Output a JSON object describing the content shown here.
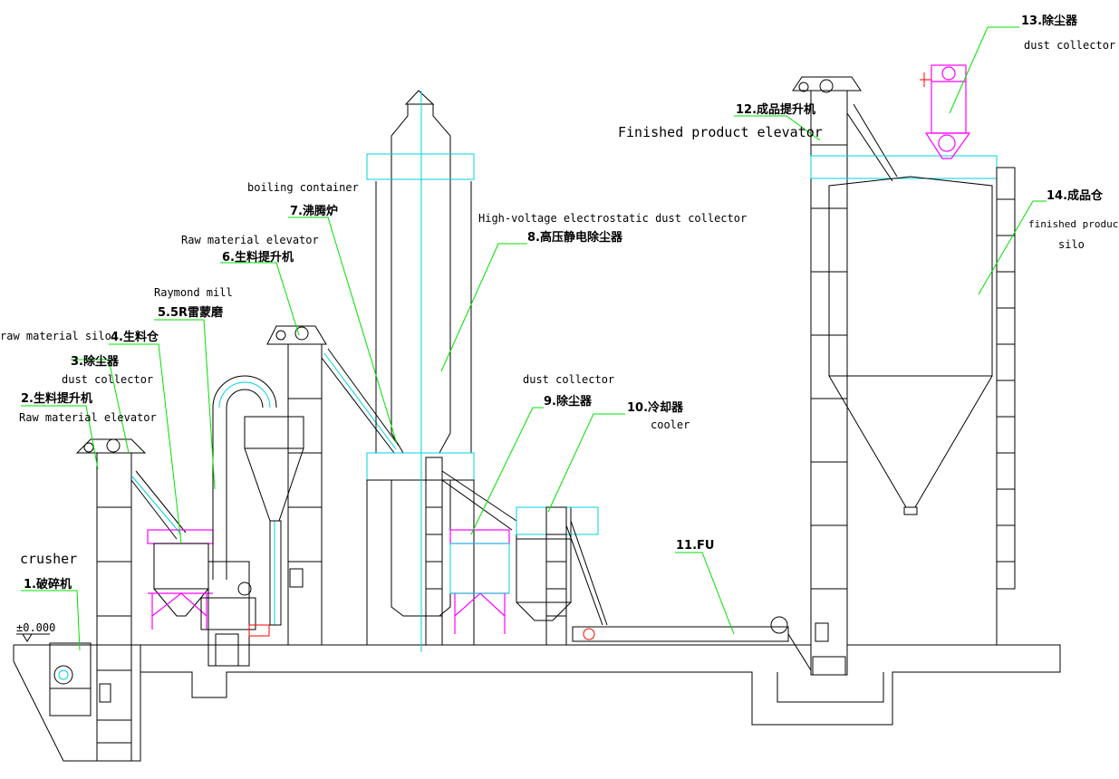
{
  "title": "Process flow diagram",
  "elevation_mark": "±0.000",
  "colors": {
    "leader": "#00e000",
    "steel": "#000000",
    "outline": "#00d0e0",
    "frame": "#ff00ff"
  },
  "labels": [
    {
      "id": "1",
      "cn": "1.破碎机",
      "en": "crusher"
    },
    {
      "id": "2",
      "cn": "2.生料提升机",
      "en": "Raw material elevator"
    },
    {
      "id": "3",
      "cn": "3.除尘器",
      "en": "dust collector"
    },
    {
      "id": "4",
      "cn": "4.生料仓",
      "en": "raw material silo"
    },
    {
      "id": "5",
      "cn": "5.5R雷蒙磨",
      "en": "Raymond mill"
    },
    {
      "id": "6",
      "cn": "6.生料提升机",
      "en": "Raw material elevator"
    },
    {
      "id": "7",
      "cn": "7.沸腾炉",
      "en": "boiling container"
    },
    {
      "id": "8",
      "cn": "8.高压静电除尘器",
      "en": "High-voltage electrostatic dust collector"
    },
    {
      "id": "9",
      "cn": "9.除尘器",
      "en": "dust collector"
    },
    {
      "id": "10",
      "cn": "10.冷却器",
      "en": "cooler"
    },
    {
      "id": "11",
      "cn": "11.FU",
      "en": ""
    },
    {
      "id": "12",
      "cn": "12.成品提升机",
      "en": "Finished product elevator"
    },
    {
      "id": "13",
      "cn": "13.除尘器",
      "en": "dust collector"
    },
    {
      "id": "14",
      "cn": "14.成品仓",
      "en": "finished product",
      "en2": "silo"
    }
  ]
}
